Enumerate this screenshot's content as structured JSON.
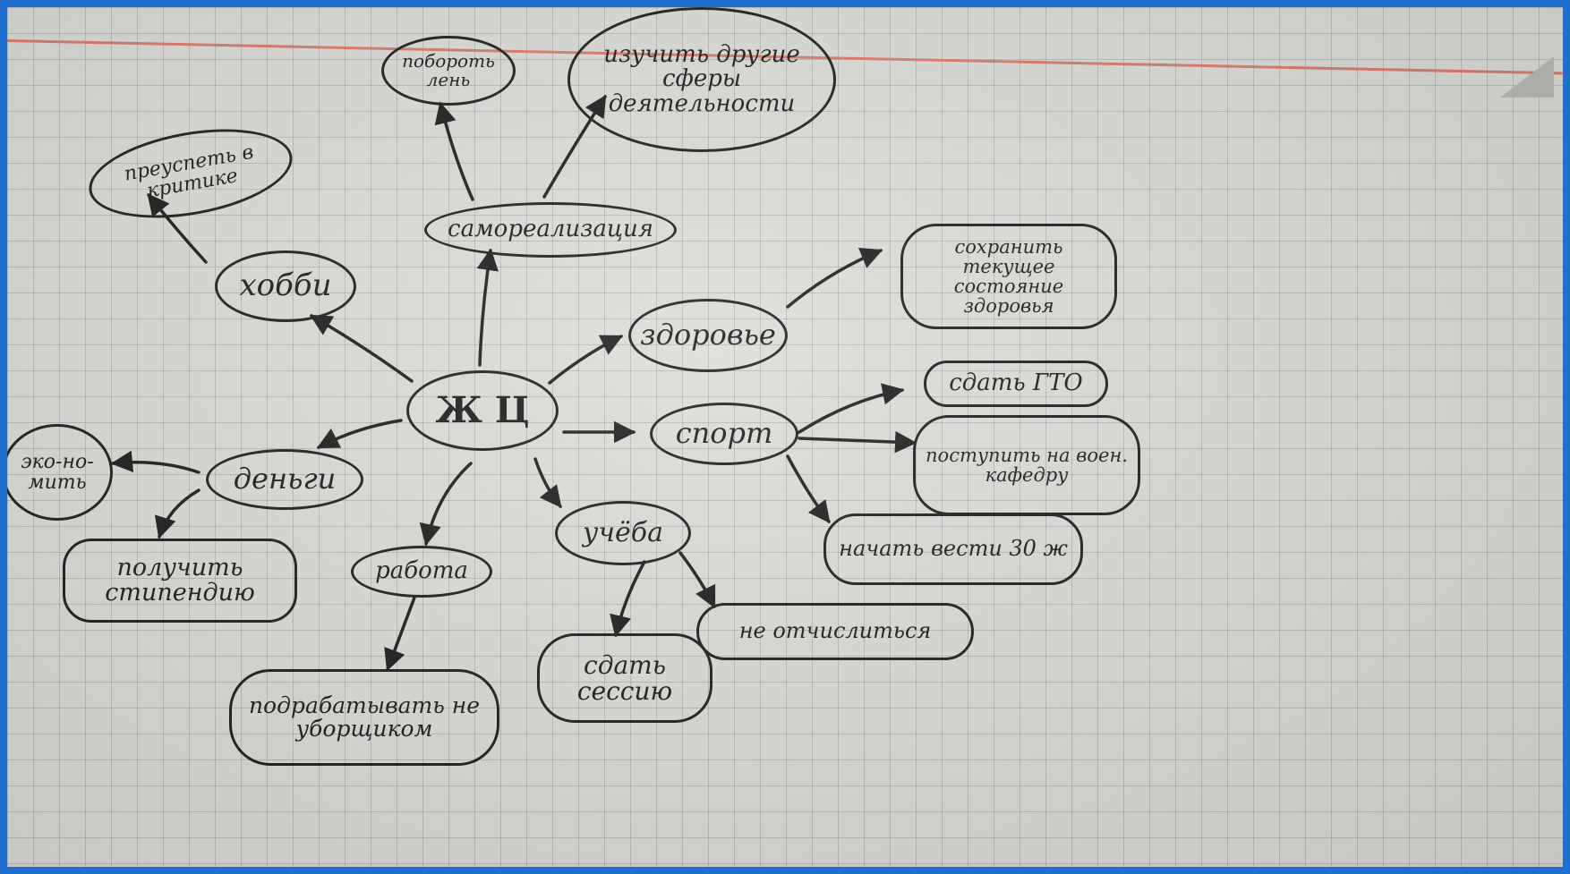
{
  "mindmap": {
    "center": "Ж Ц",
    "nodes": {
      "samorealizatsiya": "самореализация",
      "poborot_len": "побороть лень",
      "izuchit": "изучить другие сферы деятельности",
      "preuspet": "преуспеть в критике",
      "hobbi": "хобби",
      "zdorovie": "здоровье",
      "sokhranit": "сохранить текущее состояние здоровья",
      "sport": "спорт",
      "gto": "сдать ГТО",
      "voen": "поступить на воен. кафедру",
      "nachat": "начать вести 30 ж",
      "dengi": "деньги",
      "ekonomit": "эко-но-мить",
      "stipendiya": "получить стипендию",
      "rabota": "работа",
      "podrabatyvat": "подрабатывать не уборщиком",
      "ucheba": "учёба",
      "ne_otchislitsya": "не отчислиться",
      "sessiya": "сдать сессию"
    }
  },
  "colors": {
    "ink": "#1c1c1c",
    "paper": "#dcdcd7",
    "grid": "#8a8f98",
    "margin_line": "#d97a6a",
    "frame": "#1f6fd0"
  }
}
